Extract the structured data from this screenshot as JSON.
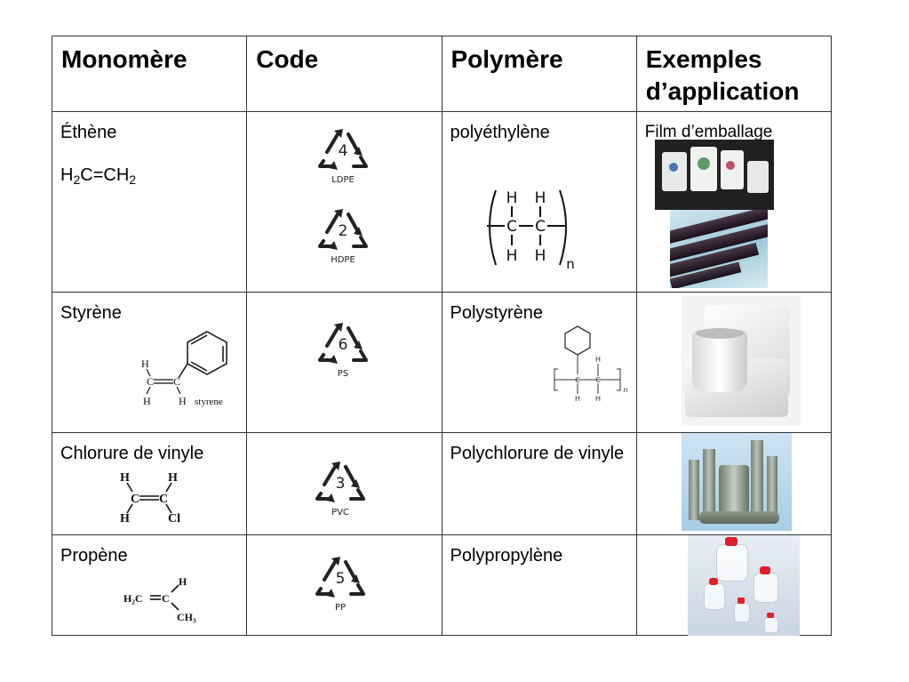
{
  "headers": [
    "Monomère",
    "Code",
    "Polymère",
    "Exemples d’application"
  ],
  "rows": [
    {
      "monomer": "Éthène",
      "formula": {
        "a": "H",
        "a_sub": "2",
        "b": "C=CH",
        "b_sub": "2"
      },
      "codes": [
        {
          "number": "4",
          "label": "LDPE"
        },
        {
          "number": "2",
          "label": "HDPE"
        }
      ],
      "polymer": "polyéthylène",
      "polymer_structure": {
        "atoms": [
          "H",
          "H",
          "C",
          "C",
          "H",
          "H"
        ],
        "repeat": "n"
      },
      "application": "Film d’emballage"
    },
    {
      "monomer": "Styrène",
      "structure_labels": {
        "h1": "H",
        "c1": "C",
        "c2": "C",
        "h2": "H",
        "h3": "H",
        "name": "styrene"
      },
      "codes": [
        {
          "number": "6",
          "label": "PS"
        }
      ],
      "polymer": "Polystyrène",
      "polymer_structure": {
        "h_top": "H",
        "c1": "C",
        "c2": "C",
        "h_b1": "H",
        "h_b2": "H",
        "repeat": "n"
      },
      "application": ""
    },
    {
      "monomer": "Chlorure de vinyle",
      "structure_labels": {
        "h1": "H",
        "h2": "H",
        "c1": "C",
        "c2": "C",
        "h3": "H",
        "cl": "Cl"
      },
      "codes": [
        {
          "number": "3",
          "label": "PVC"
        }
      ],
      "polymer": "Polychlorure de vinyle",
      "application": ""
    },
    {
      "monomer": "Propène",
      "structure_labels": {
        "h2c": "H₂C",
        "c": "C",
        "h": "H",
        "ch3": "CH₃"
      },
      "codes": [
        {
          "number": "5",
          "label": "PP"
        }
      ],
      "polymer": "Polypropylène",
      "application": ""
    }
  ],
  "colors": {
    "border": "#333333",
    "text": "#000000",
    "symbol": "#222222"
  }
}
